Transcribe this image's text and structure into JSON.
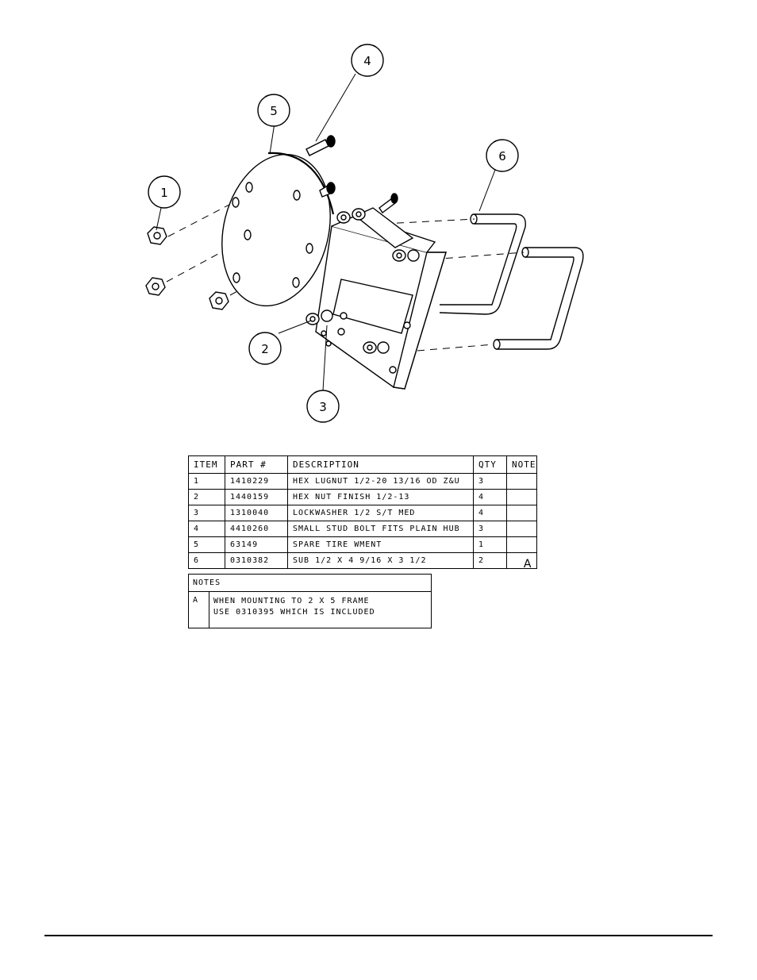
{
  "balloons": [
    {
      "id": "balloon-1",
      "label": "1"
    },
    {
      "id": "balloon-2",
      "label": "2"
    },
    {
      "id": "balloon-3",
      "label": "3"
    },
    {
      "id": "balloon-4",
      "label": "4"
    },
    {
      "id": "balloon-5",
      "label": "5"
    },
    {
      "id": "balloon-6",
      "label": "6"
    }
  ],
  "parts_table": {
    "headers": {
      "item": "ITEM",
      "part": "PART #",
      "description": "DESCRIPTION",
      "qty": "QTY",
      "note": "NOTE"
    },
    "rows": [
      {
        "item": "1",
        "part": "1410229",
        "description": "HEX LUGNUT 1/2-20 13/16 OD Z&U",
        "qty": "3",
        "note": ""
      },
      {
        "item": "2",
        "part": "1440159",
        "description": "HEX NUT FINISH 1/2-13",
        "qty": "4",
        "note": ""
      },
      {
        "item": "3",
        "part": "1310040",
        "description": "LOCKWASHER 1/2 S/T MED",
        "qty": "4",
        "note": ""
      },
      {
        "item": "4",
        "part": "4410260",
        "description": "SMALL STUD BOLT FITS PLAIN HUB",
        "qty": "3",
        "note": ""
      },
      {
        "item": "5",
        "part": "63149",
        "description": "SPARE TIRE WMENT",
        "qty": "1",
        "note": ""
      },
      {
        "item": "6",
        "part": "0310382",
        "description": "SUB 1/2 X 4 9/16 X 3 1/2",
        "qty": "2",
        "note": "A"
      }
    ]
  },
  "notes": {
    "title": "NOTES",
    "items": [
      {
        "letter": "A",
        "line1": "WHEN MOUNTING TO 2 X 5 FRAME",
        "line2": "USE 0310395 WHICH IS INCLUDED"
      }
    ]
  },
  "colors": {
    "ink": "#000000",
    "paper": "#ffffff"
  }
}
